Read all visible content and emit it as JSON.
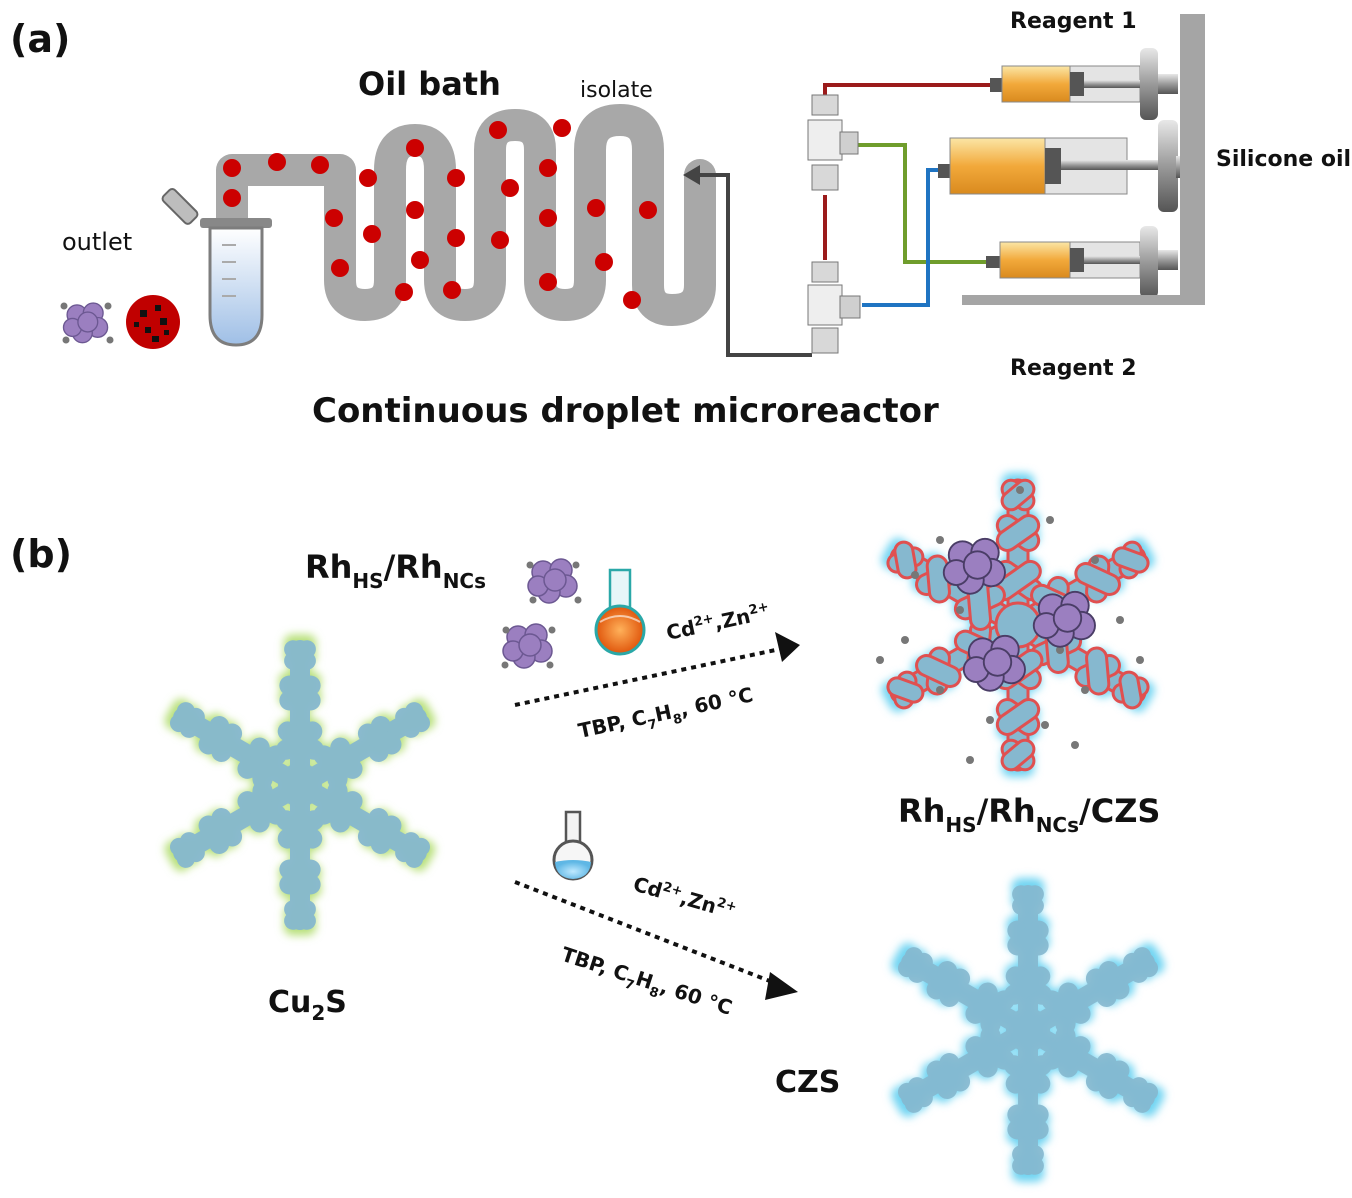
{
  "panel_a": {
    "panel_label": "(a)",
    "oil_bath": "Oil bath",
    "isolate": "isolate",
    "outlet": "outlet",
    "reagent1": "Reagent 1",
    "reagent2": "Reagent 2",
    "silicone_oil": "Silicone oil",
    "caption": "Continuous droplet microreactor"
  },
  "panel_b": {
    "panel_label": "(b)",
    "rh_label": {
      "a": "Rh",
      "b": "HS",
      "c": "/Rh",
      "d": "NCs"
    },
    "cu2s_label": {
      "a": "Cu",
      "b": "2",
      "c": "S"
    },
    "composite_label": {
      "a": "Rh",
      "b": "HS",
      "c": "/Rh",
      "d": "NCs",
      "e": "/CZS"
    },
    "czs_label": "CZS",
    "ions_top": {
      "a": "Cd",
      "b": "2+",
      "c": ",Zn",
      "d": "2+"
    },
    "cond_top": {
      "a": "TBP, C",
      "b": "7",
      "c": "H",
      "d": "8",
      "e": ", 60 °C"
    },
    "ions_bottom": {
      "a": "Cd",
      "b": "2+",
      "c": ",Zn",
      "d": "2+"
    },
    "cond_bottom": {
      "a": "TBP, C",
      "b": "7",
      "c": "H",
      "d": "8",
      "e": ", 60 °C"
    }
  },
  "colors": {
    "tube": "#a8a8a8",
    "droplet": "#cc0000",
    "line_red": "#9b1b1b",
    "line_green": "#6f9d2c",
    "line_blue": "#1f74c2",
    "snow_fill": "#86b8cf",
    "cu2s_glow": "#b8e07a",
    "czs_glow": "#6fd4f2",
    "cluster": "#9b7fc0",
    "reagent_orange": "#f2a93b"
  }
}
